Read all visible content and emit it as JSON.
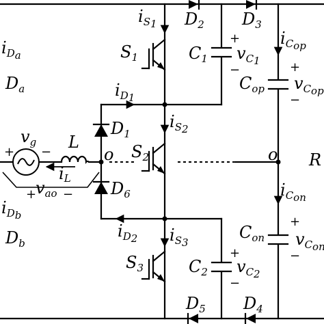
{
  "labels": {
    "iDa": {
      "main": "i",
      "sub": "D",
      "sub2": "a"
    },
    "Da": {
      "main": "D",
      "sub": "a"
    },
    "iDb": {
      "main": "i",
      "sub": "D",
      "sub2": "b"
    },
    "Db": {
      "main": "D",
      "sub": "b"
    },
    "vg": {
      "main": "v",
      "sub": "g"
    },
    "L": "L",
    "iL": {
      "main": "i",
      "sub": "L"
    },
    "vao": {
      "main": "v",
      "sub": "ao"
    },
    "o_left": "o",
    "o_right": "o",
    "Ro": "R",
    "D1": {
      "main": "D",
      "sub": "1"
    },
    "D6": {
      "main": "D",
      "sub": "6"
    },
    "iD1": {
      "main": "i",
      "sub": "D",
      "sub2": "1"
    },
    "iD2": {
      "main": "i",
      "sub": "D",
      "sub2": "2"
    },
    "S1": {
      "main": "S",
      "sub": "1"
    },
    "S2": {
      "main": "S",
      "sub": "2"
    },
    "S3": {
      "main": "S",
      "sub": "3"
    },
    "iS1": {
      "main": "i",
      "sub": "S",
      "sub2": "1"
    },
    "iS2": {
      "main": "i",
      "sub": "S",
      "sub2": "2"
    },
    "iS3": {
      "main": "i",
      "sub": "S",
      "sub2": "3"
    },
    "D2": {
      "main": "D",
      "sub": "2"
    },
    "D3": {
      "main": "D",
      "sub": "3"
    },
    "D4": {
      "main": "D",
      "sub": "4"
    },
    "D5": {
      "main": "D",
      "sub": "5"
    },
    "C1": {
      "main": "C",
      "sub": "1"
    },
    "C2": {
      "main": "C",
      "sub": "2"
    },
    "vC1": {
      "main": "v",
      "sub": "C",
      "sub2": "1"
    },
    "vC2": {
      "main": "v",
      "sub": "C",
      "sub2": "2"
    },
    "iCop": {
      "main": "i",
      "sub": "C",
      "sub2": "op"
    },
    "Cop": {
      "main": "C",
      "sub": "op"
    },
    "vCop": {
      "main": "v",
      "sub": "C",
      "sub2": "op"
    },
    "iCon": {
      "main": "i",
      "sub": "C",
      "sub2": "on"
    },
    "Con": {
      "main": "C",
      "sub": "on"
    },
    "vCon": {
      "main": "v",
      "sub": "C",
      "sub2": "on"
    },
    "plus": "+",
    "minus": "−"
  }
}
